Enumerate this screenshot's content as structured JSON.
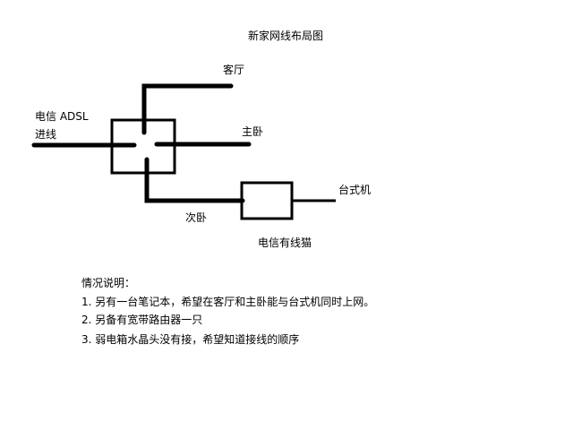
{
  "title": "新家网线布局图",
  "labels": {
    "living_room": "客厅",
    "adsl_line1": "电信 ADSL",
    "adsl_line2": "进线",
    "master_bedroom": "主卧",
    "second_bedroom": "次卧",
    "desktop": "台式机",
    "modem": "电信有线猫"
  },
  "notes": {
    "heading": "情况说明：",
    "items": [
      "1. 另有一台笔记本，希望在客厅和主卧能与台式机同时上网。",
      "2. 另备有宽带路由器一只",
      "3. 弱电箱水晶头没有接，希望知道接线的顺序"
    ]
  }
}
